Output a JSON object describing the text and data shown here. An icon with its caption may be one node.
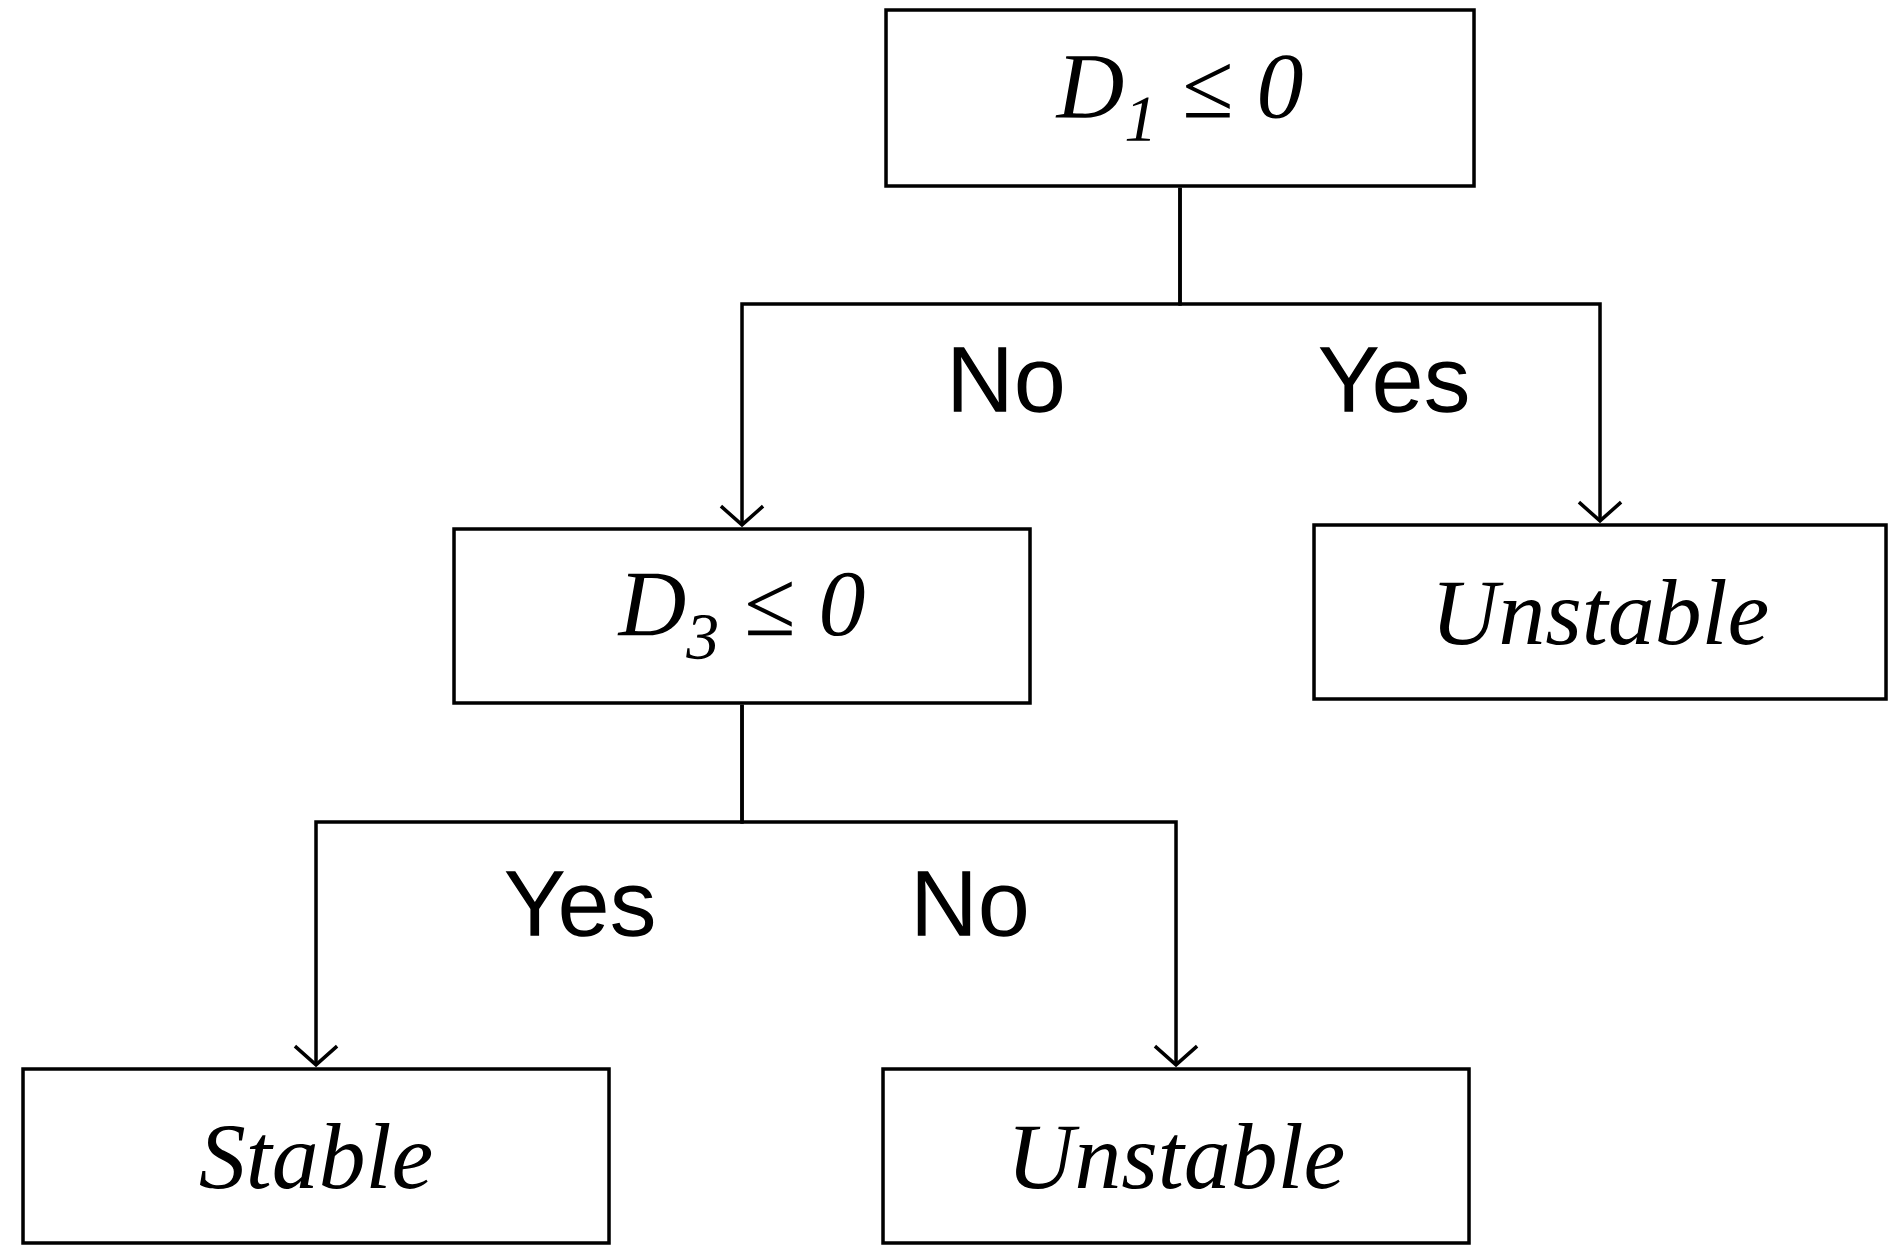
{
  "diagram": {
    "nodes": [
      {
        "text": [
          "D$_{1}$ ≤ 0"
        ]
      },
      {
        "text": [
          "Unstable"
        ]
      },
      {
        "text": [
          "D$_{3}$ ≤ 0"
        ]
      },
      {
        "text": [
          "Stable"
        ]
      },
      {
        "text": [
          "Unstable"
        ]
      }
    ],
    "edges": [
      {
        "from": 0,
        "to": 2,
        "arrow": "to",
        "label": "No"
      },
      {
        "from": 0,
        "to": 1,
        "arrow": "to",
        "label": "Yes"
      },
      {
        "from": 2,
        "to": 3,
        "arrow": "to",
        "label": "Yes"
      },
      {
        "from": 2,
        "to": 4,
        "arrow": "to",
        "label": "No"
      }
    ]
  }
}
